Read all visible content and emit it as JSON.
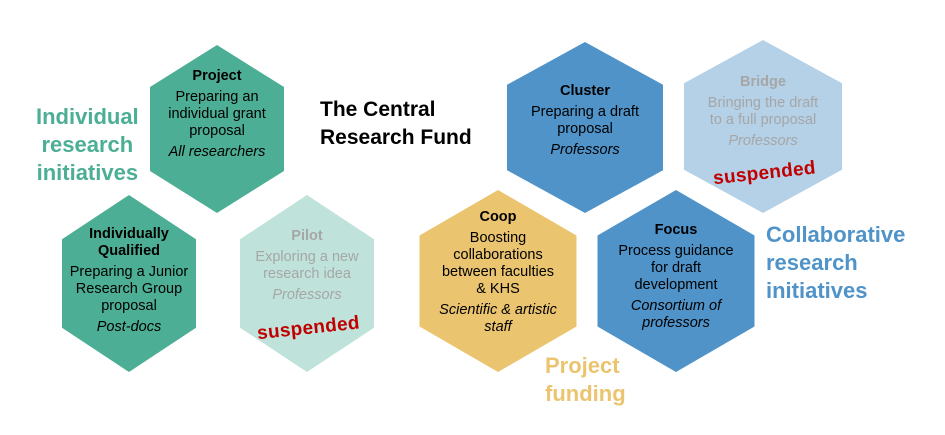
{
  "title": [
    "The Central",
    "Research  Fund"
  ],
  "labels": {
    "individual": [
      "Individual",
      "research",
      "initiatives"
    ],
    "collaborative": [
      "Collaborative",
      "research",
      "initiatives"
    ],
    "project_funding": [
      "Project",
      "funding"
    ]
  },
  "colors": {
    "teal": "#4cae94",
    "teal_light": "#bfe3da",
    "blue": "#4f93c8",
    "blue_light": "#b4d1e8",
    "yellow": "#ebc470",
    "suspended": "#c00000"
  },
  "hexes": {
    "project": {
      "title": "Project",
      "desc": [
        "Preparing an",
        "individual grant",
        "proposal"
      ],
      "audience": "All researchers"
    },
    "individually_qualified": {
      "title": [
        "Individually",
        "Qualified"
      ],
      "desc": [
        "Preparing a Junior",
        "Research Group",
        "proposal"
      ],
      "audience": "Post-docs"
    },
    "pilot": {
      "title": "Pilot",
      "desc": [
        "Exploring a new",
        "research idea"
      ],
      "audience": "Professors",
      "status": "suspended"
    },
    "coop": {
      "title": "Coop",
      "desc": [
        "Boosting",
        "collaborations",
        "between faculties",
        "& KHS"
      ],
      "audience": [
        "Scientific & artistic",
        "staff"
      ]
    },
    "cluster": {
      "title": "Cluster",
      "desc": [
        "Preparing a draft",
        "proposal"
      ],
      "audience": "Professors"
    },
    "bridge": {
      "title": "Bridge",
      "desc": [
        "Bringing the draft",
        "to a full proposal"
      ],
      "audience": "Professors",
      "status": "suspended"
    },
    "focus": {
      "title": "Focus",
      "desc": [
        "Process guidance",
        "for draft",
        "development"
      ],
      "audience": [
        "Consortium of",
        "professors"
      ]
    }
  }
}
